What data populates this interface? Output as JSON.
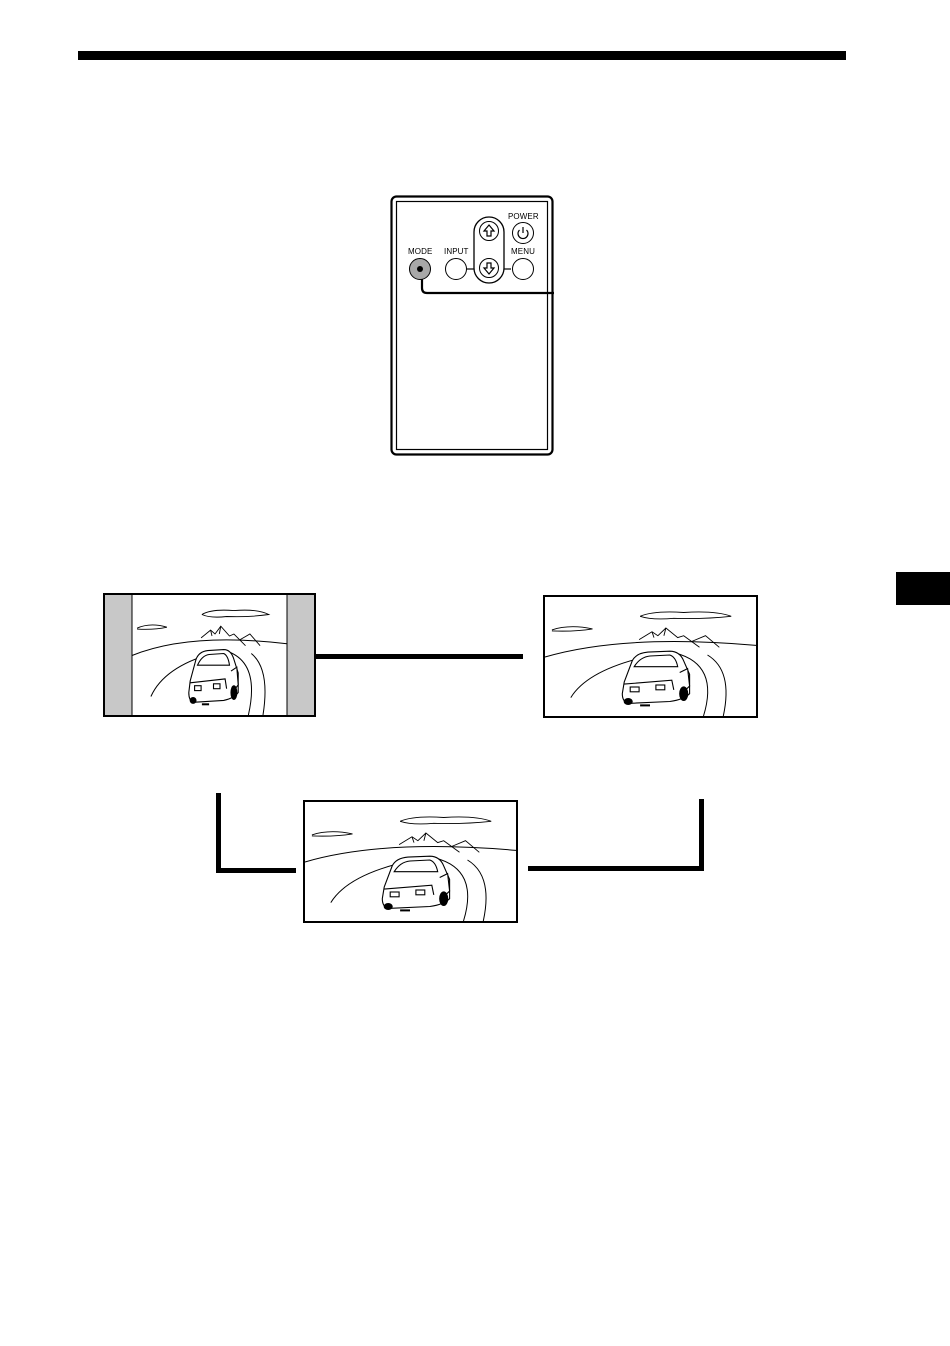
{
  "remote": {
    "buttons": {
      "mode": "MODE",
      "input": "INPUT",
      "power": "POWER",
      "menu": "MENU"
    },
    "icons": {
      "power": "power-icon",
      "up": "up-arrow-icon",
      "down": "down-arrow-icon"
    },
    "highlight_color": "#a8a8a8"
  },
  "screens": [
    {
      "mode": "normal-with-side-bars",
      "bar_color": "#c8c8c8"
    },
    {
      "mode": "wide"
    },
    {
      "mode": "zoom"
    }
  ],
  "colors": {
    "ink": "#000000",
    "paper": "#ffffff"
  }
}
